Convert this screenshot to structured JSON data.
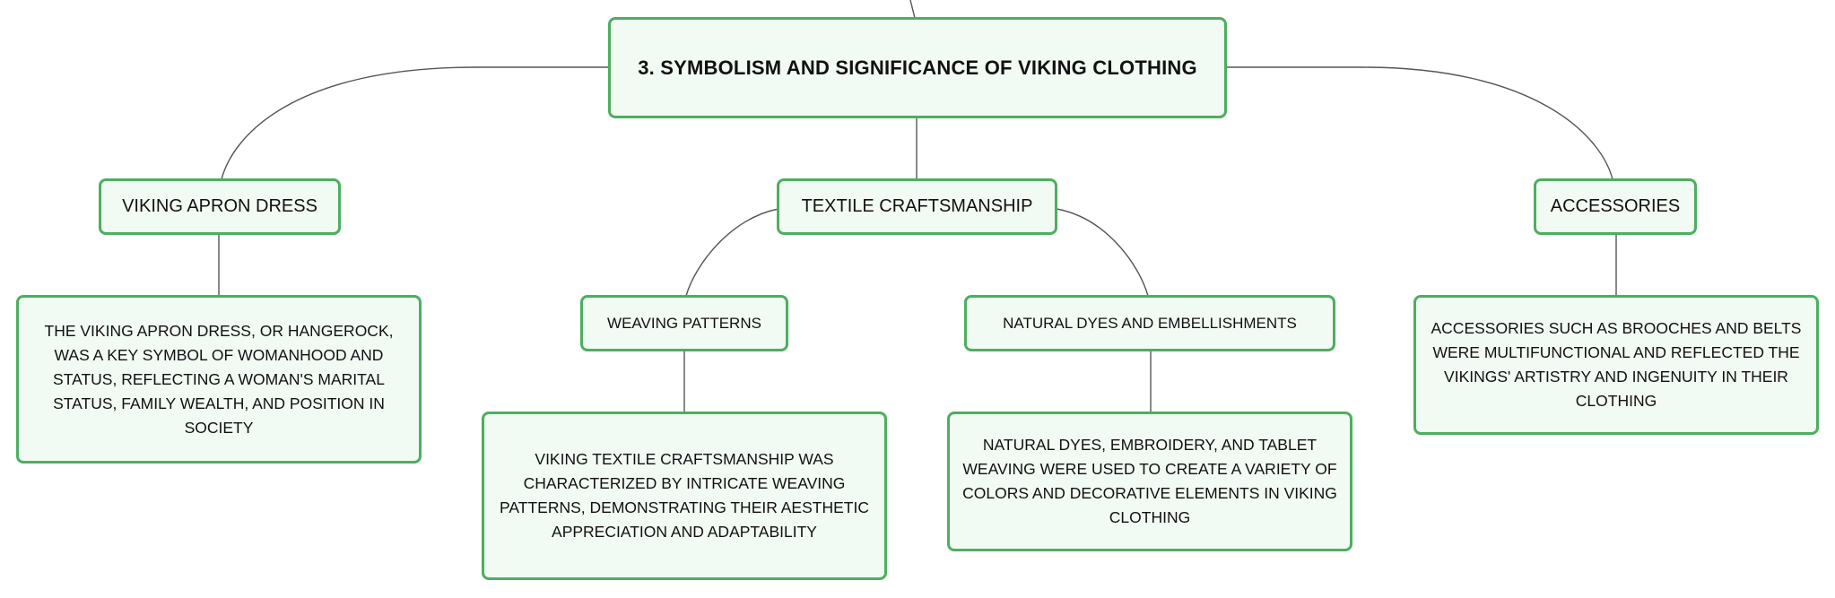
{
  "root": {
    "label": "3. SYMBOLISM AND SIGNIFICANCE OF VIKING CLOTHING"
  },
  "topics": {
    "apron_dress": {
      "label": "VIKING APRON DRESS",
      "detail": "THE VIKING APRON DRESS, OR HANGEROCK, WAS A KEY SYMBOL OF WOMANHOOD AND STATUS, REFLECTING A WOMAN'S MARITAL STATUS, FAMILY WEALTH, AND POSITION IN SOCIETY"
    },
    "textile": {
      "label": "TEXTILE CRAFTSMANSHIP",
      "weaving": {
        "label": "WEAVING PATTERNS",
        "detail": "VIKING TEXTILE CRAFTSMANSHIP WAS CHARACTERIZED BY INTRICATE WEAVING PATTERNS, DEMONSTRATING THEIR AESTHETIC APPRECIATION AND ADAPTABILITY"
      },
      "dyes": {
        "label": "NATURAL DYES AND EMBELLISHMENTS",
        "detail": "NATURAL DYES, EMBROIDERY, AND TABLET WEAVING WERE USED TO CREATE A VARIETY OF COLORS AND DECORATIVE ELEMENTS IN VIKING CLOTHING"
      }
    },
    "accessories": {
      "label": "ACCESSORIES",
      "detail": "ACCESSORIES SUCH AS BROOCHES AND BELTS WERE MULTIFUNCTIONAL AND REFLECTED THE VIKINGS' ARTISTRY AND INGENUITY IN THEIR CLOTHING"
    }
  },
  "colors": {
    "node_border": "#4caf5f",
    "node_fill": "#f2faf4",
    "connector": "#555555",
    "text": "#111111"
  }
}
